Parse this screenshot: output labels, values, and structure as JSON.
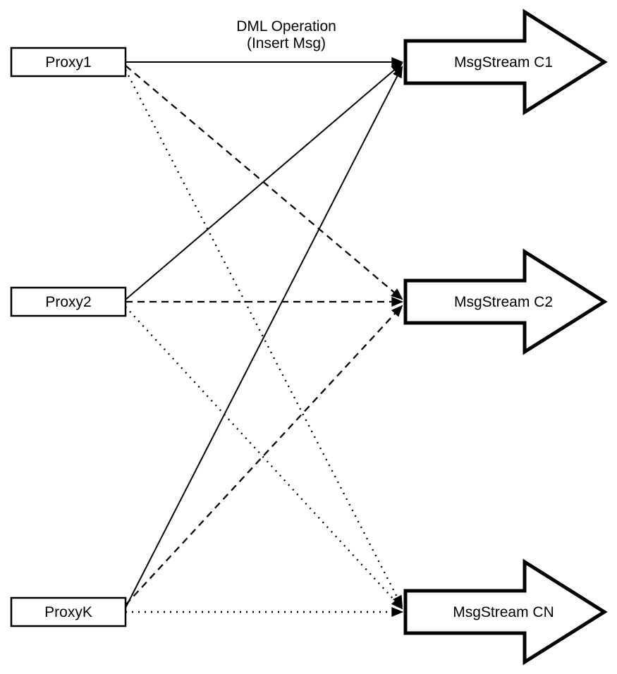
{
  "diagram": {
    "background_color": "#ffffff",
    "stroke_color": "#000000",
    "edge_label": {
      "line1": "DML Operation",
      "line2": "(Insert Msg)"
    },
    "proxies": [
      {
        "label": "Proxy1"
      },
      {
        "label": "Proxy2"
      },
      {
        "label": "ProxyK"
      }
    ],
    "streams": [
      {
        "label": "MsgStream C1"
      },
      {
        "label": "MsgStream C2"
      },
      {
        "label": "MsgStream CN"
      }
    ],
    "edges": [
      {
        "from": "Proxy1",
        "to": "MsgStream C1",
        "style": "solid"
      },
      {
        "from": "Proxy2",
        "to": "MsgStream C1",
        "style": "solid"
      },
      {
        "from": "ProxyK",
        "to": "MsgStream C1",
        "style": "solid"
      },
      {
        "from": "Proxy1",
        "to": "MsgStream C2",
        "style": "dashed"
      },
      {
        "from": "Proxy2",
        "to": "MsgStream C2",
        "style": "dashed"
      },
      {
        "from": "ProxyK",
        "to": "MsgStream C2",
        "style": "dashed"
      },
      {
        "from": "Proxy1",
        "to": "MsgStream CN",
        "style": "dotted"
      },
      {
        "from": "Proxy2",
        "to": "MsgStream CN",
        "style": "dotted"
      },
      {
        "from": "ProxyK",
        "to": "MsgStream CN",
        "style": "dotted"
      }
    ]
  }
}
